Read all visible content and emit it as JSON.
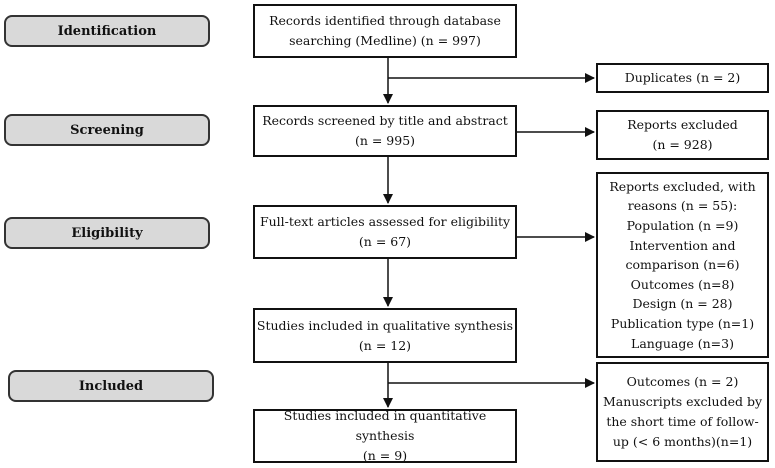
{
  "stages": {
    "identification": "Identification",
    "screening": "Screening",
    "eligibility": "Eligibility",
    "included": "Included"
  },
  "boxes": {
    "records_identified": [
      "Records identified through database",
      "searching (Medline) (n = 997)"
    ],
    "records_screened": [
      "Records screened by title and abstract",
      "(n = 995)"
    ],
    "fulltext_assessed": [
      "Full-text articles assessed for eligibility",
      "(n = 67)"
    ],
    "qualitative": [
      "Studies included in qualitative synthesis",
      "(n = 12)"
    ],
    "quantitative": [
      "Studies included in quantitative synthesis",
      "(n = 9)"
    ],
    "duplicates": [
      "Duplicates (n = 2)"
    ],
    "reports_excluded": [
      "Reports excluded",
      "(n = 928)"
    ],
    "excluded_reasons": [
      "Reports excluded, with",
      "reasons (n = 55):",
      "Population (n =9)",
      "Intervention and",
      "comparison (n=6)",
      "Outcomes (n=8)",
      "Design (n = 28)",
      "Publication type (n=1)",
      "Language (n=3)"
    ],
    "excluded_followup": [
      "Outcomes (n = 2)",
      "Manuscripts excluded by",
      "the short time of follow-",
      "up (< 6 months)(n=1)"
    ]
  }
}
